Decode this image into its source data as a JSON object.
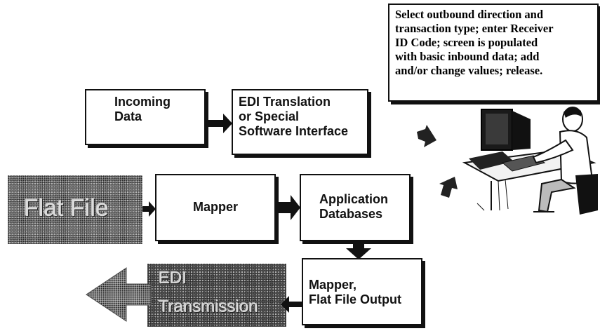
{
  "note": {
    "lines": [
      "Select outbound direction and",
      "transaction type; enter Receiver",
      "ID Code; screen is populated",
      "with basic inbound data; add",
      "and/or change values; release."
    ]
  },
  "boxes": {
    "incoming": [
      "Incoming",
      "Data"
    ],
    "edi_translation": [
      "EDI Translation",
      "or Special",
      "Software Interface"
    ],
    "mapper": "Mapper",
    "app_db": [
      "Application",
      "Databases"
    ],
    "mapper_output": [
      "Mapper,",
      "Flat File Output"
    ]
  },
  "flat_file": "Flat File",
  "edi_transmission": [
    "EDI",
    "Transmission"
  ]
}
